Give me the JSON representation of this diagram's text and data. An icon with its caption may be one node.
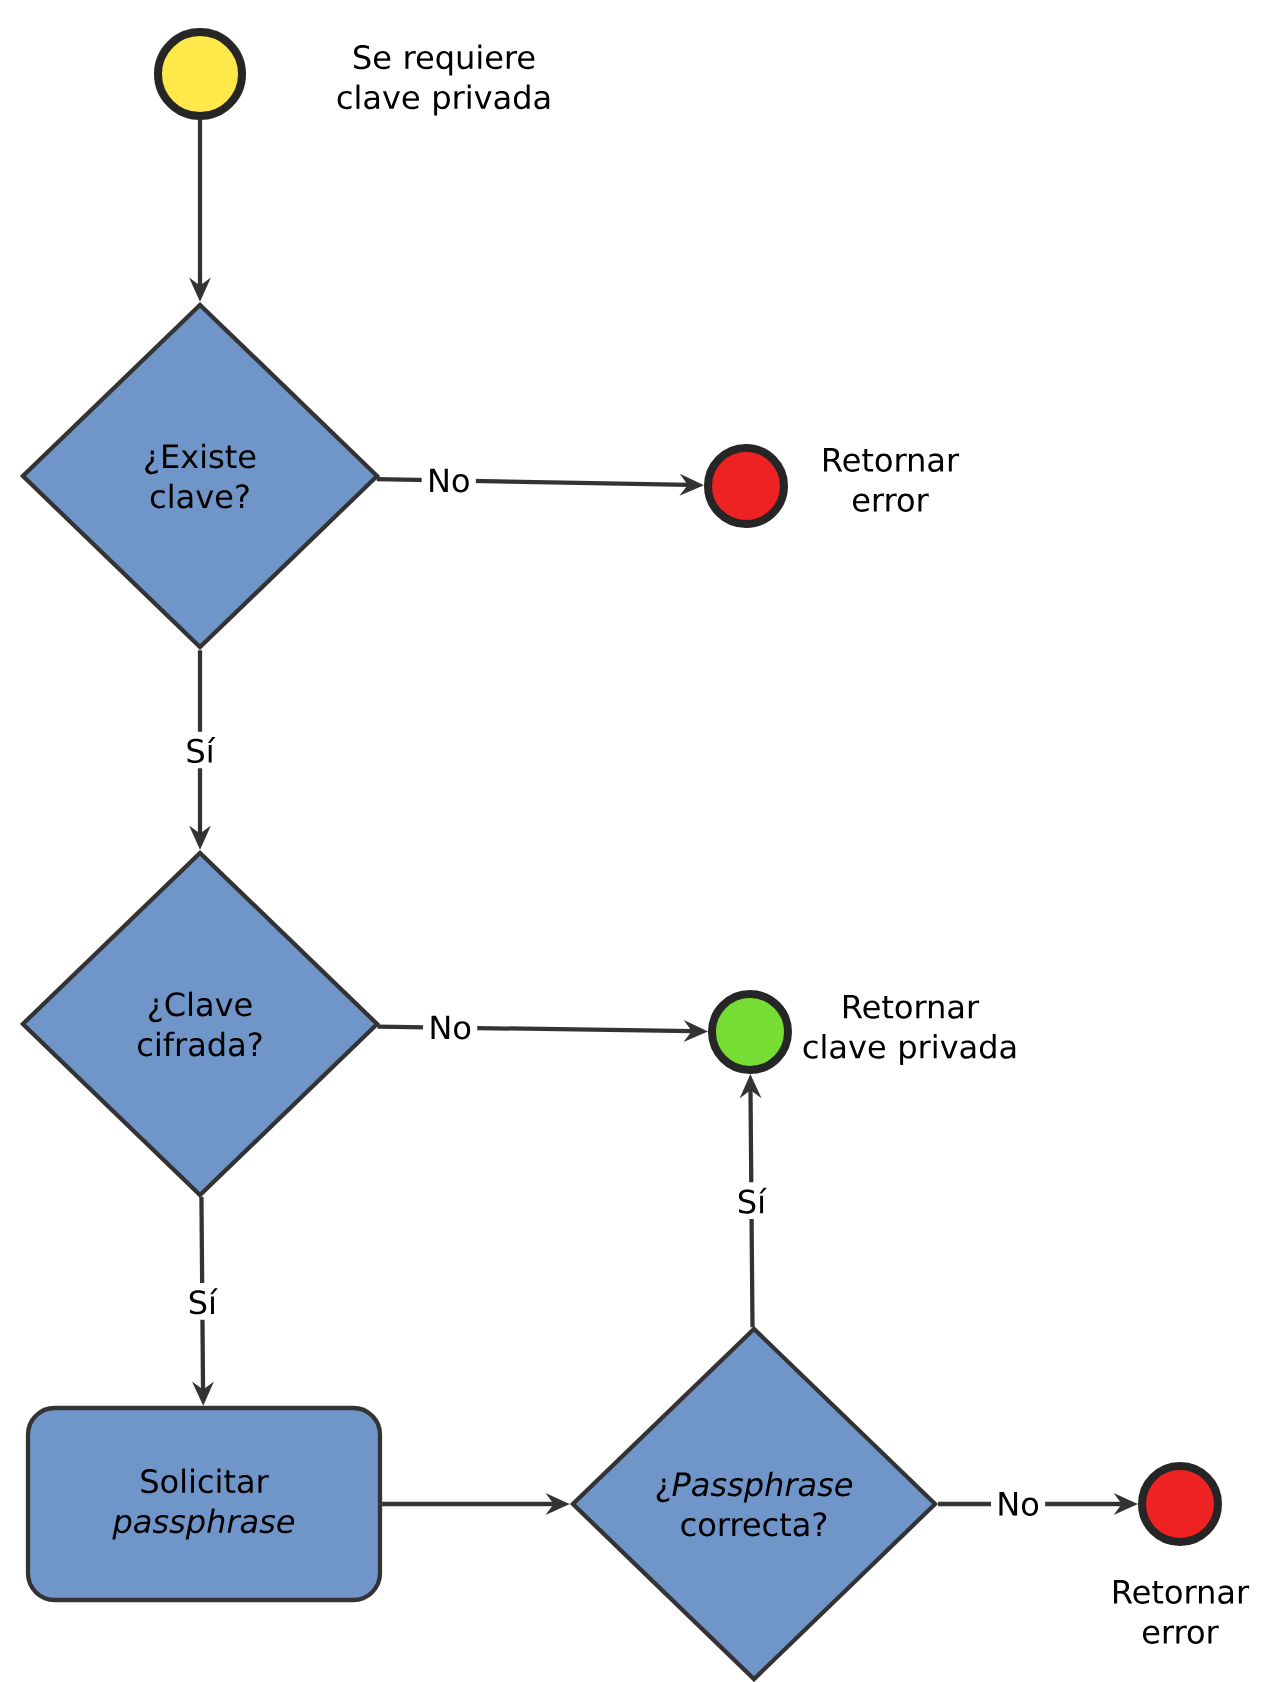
{
  "diagram": {
    "nodes": [
      {
        "text": [],
        "shape": "circle",
        "beside": [
          "Se requiere clave privada"
        ]
      },
      {
        "text": [
          "¿Existe clave?"
        ]
      },
      {
        "text": [],
        "shape": "circle",
        "beside": [
          "Retornar error"
        ]
      },
      {
        "text": [
          "¿Clave cifrada?"
        ]
      },
      {
        "text": [],
        "shape": "circle",
        "beside": [
          "Retornar clave privada"
        ]
      },
      {
        "text": [
          "Solicitar *passphrase*"
        ]
      },
      {
        "text": [
          "¿*Passphrase* correcta?"
        ]
      },
      {
        "text": [],
        "shape": "circle",
        "beside": [
          "Retornar error"
        ]
      }
    ],
    "edges": [
      {
        "from": 0,
        "to": 1,
        "arrow": "to"
      },
      {
        "from": 1,
        "to": 2,
        "arrow": "to",
        "label": "No"
      },
      {
        "from": 1,
        "to": 3,
        "arrow": "to",
        "label": "Sí"
      },
      {
        "from": 3,
        "to": 4,
        "arrow": "to",
        "label": "No"
      },
      {
        "from": 3,
        "to": 5,
        "arrow": "to",
        "label": "Sí"
      },
      {
        "from": 5,
        "to": 6,
        "arrow": "to"
      },
      {
        "from": 6,
        "to": 4,
        "arrow": "to",
        "label": "Sí"
      },
      {
        "from": 6,
        "to": 7,
        "arrow": "to",
        "label": "No"
      }
    ]
  }
}
